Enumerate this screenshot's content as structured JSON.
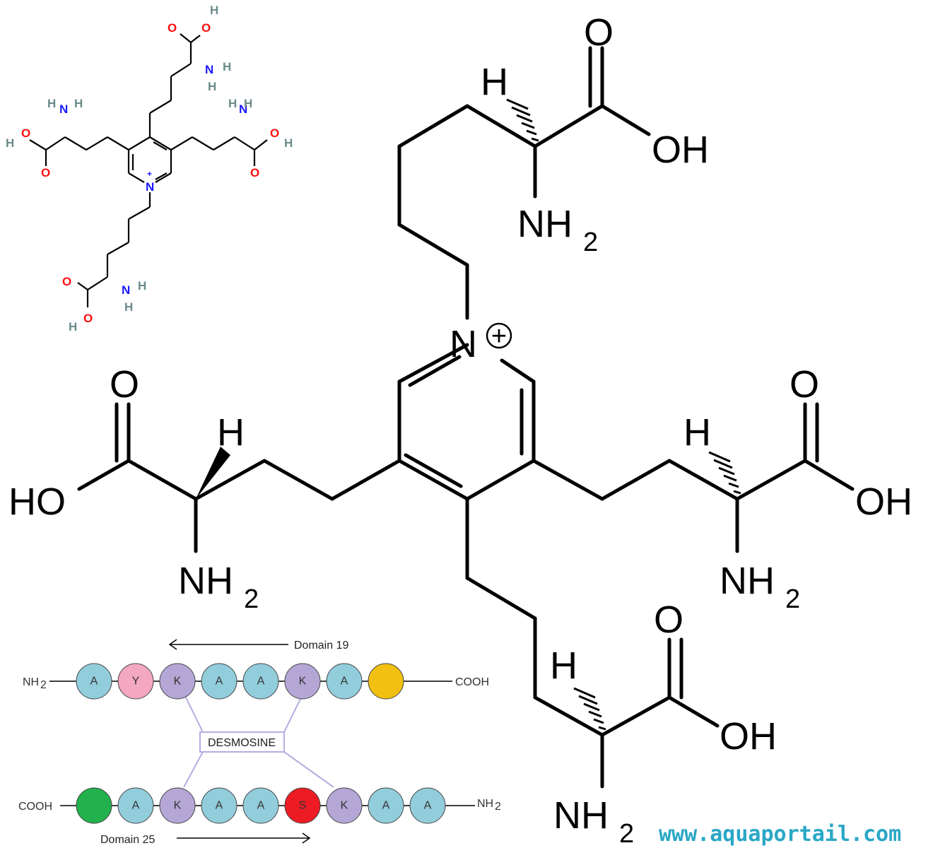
{
  "large_structure": {
    "labels": {
      "o_top": "O",
      "h_top": "H",
      "oh_top": "OH",
      "nh_top": "NH",
      "nh_top_sub": "2",
      "nplus": "N",
      "plus": "+",
      "o_left": "O",
      "h_left": "H",
      "ho_left": "HO",
      "nh_left": "NH",
      "nh_left_sub": "2",
      "o_right": "O",
      "h_right": "H",
      "oh_right": "OH",
      "nh_right": "NH",
      "nh_right_sub": "2",
      "o_bottom": "O",
      "h_bottom": "H",
      "oh_bottom": "OH",
      "nh_bottom": "NH",
      "nh_bottom_sub": "2"
    }
  },
  "small_structure": {
    "labels": {
      "top_h": "H",
      "top_o": "O",
      "top_o2": "O",
      "top_n": "N",
      "top_nh": "H",
      "top_nh2": "H",
      "left_h1": "H",
      "left_n": "N",
      "left_h2": "H",
      "left_h": "H",
      "left_o": "O",
      "left_o2": "O",
      "right_h1": "H",
      "right_n": "N",
      "right_h2": "H",
      "right_o": "O",
      "right_h": "H",
      "right_o2": "O",
      "ring_n": "N",
      "ring_plus": "+",
      "bot_o": "O",
      "bot_o2": "O",
      "bot_h": "H",
      "bot_n": "N",
      "bot_h1": "H",
      "bot_h2": "H"
    },
    "colors": {
      "oxygen": "#ff0d0d",
      "nitrogen": "#1a1aff",
      "hydrogen": "#6a8a8a"
    }
  },
  "peptide": {
    "domain_top": "Domain 19",
    "domain_bottom": "Domain 25",
    "nh2_top": "NH",
    "nh2_top_sub": "2",
    "cooh_top": "COOH",
    "cooh_bottom": "COOH",
    "nh2_bottom": "NH",
    "nh2_bottom_sub": "2",
    "crosslink_label": "DESMOSINE",
    "top_chain": [
      {
        "label": "A",
        "color": "#92cddc"
      },
      {
        "label": "Y",
        "color": "#f4a7c0"
      },
      {
        "label": "K",
        "color": "#b4a7d6"
      },
      {
        "label": "A",
        "color": "#92cddc"
      },
      {
        "label": "A",
        "color": "#92cddc"
      },
      {
        "label": "K",
        "color": "#b4a7d6"
      },
      {
        "label": "A",
        "color": "#92cddc"
      },
      {
        "label": "",
        "color": "#f1c010"
      }
    ],
    "bottom_chain": [
      {
        "label": "",
        "color": "#22b14c"
      },
      {
        "label": "A",
        "color": "#92cddc"
      },
      {
        "label": "K",
        "color": "#b4a7d6"
      },
      {
        "label": "A",
        "color": "#92cddc"
      },
      {
        "label": "A",
        "color": "#92cddc"
      },
      {
        "label": "S",
        "color": "#ed1c24"
      },
      {
        "label": "K",
        "color": "#b4a7d6"
      },
      {
        "label": "A",
        "color": "#92cddc"
      },
      {
        "label": "A",
        "color": "#92cddc"
      }
    ]
  },
  "watermark": "www.aquaportail.com"
}
